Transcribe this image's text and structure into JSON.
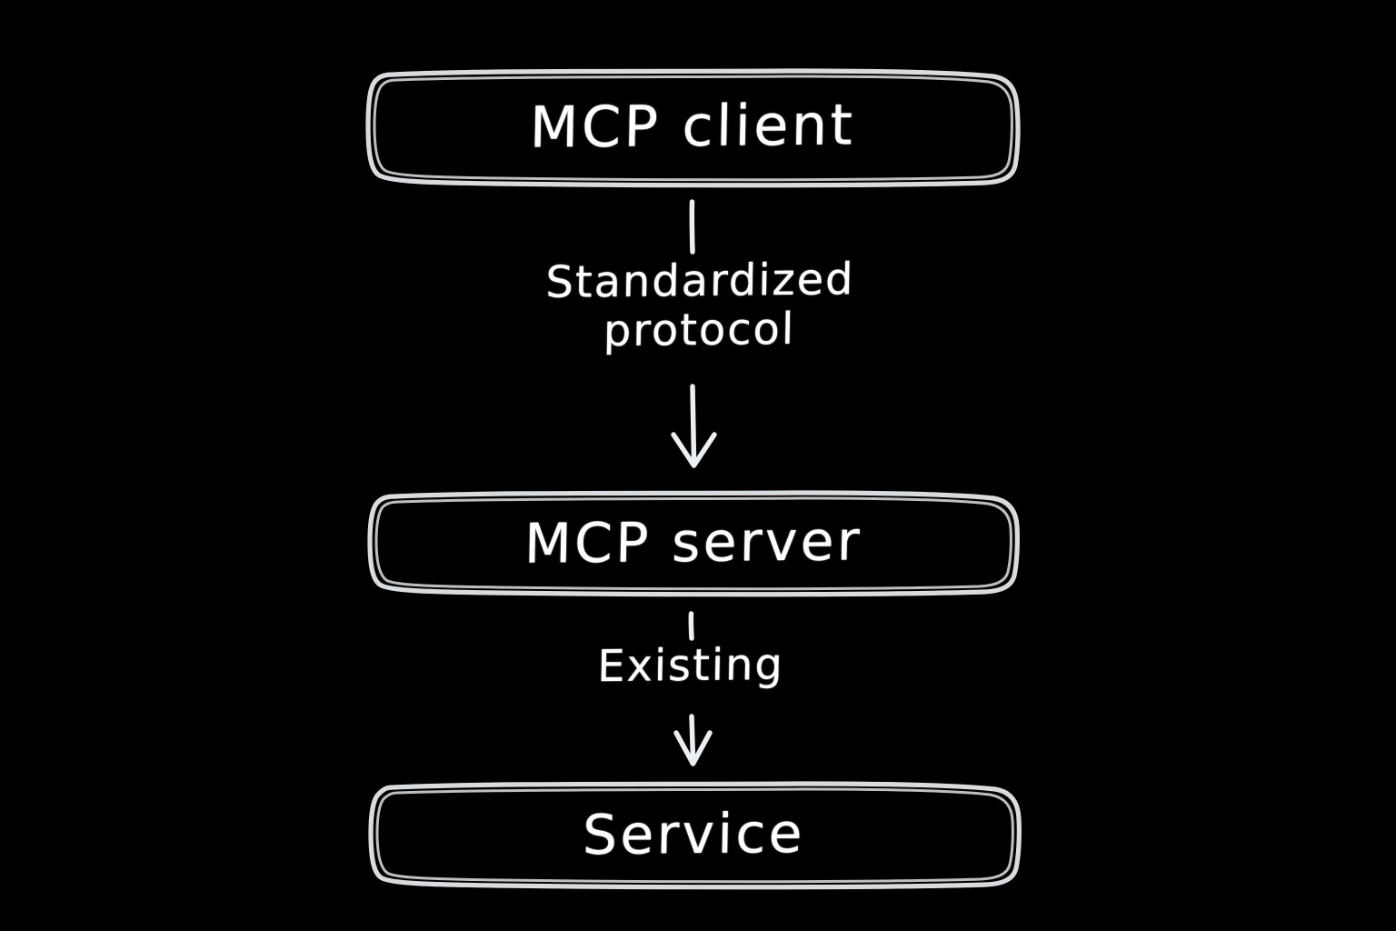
{
  "diagram": {
    "title": "MCP client to server to service flow",
    "background_color": "#000000",
    "stroke_color": "#eceff1",
    "text_color": "#ffffff",
    "style": "hand-drawn whiteboard sketch"
  },
  "nodes": [
    {
      "id": "mcp-client",
      "label": "MCP client",
      "shape": "rounded-rectangle"
    },
    {
      "id": "mcp-server",
      "label": "MCP server",
      "shape": "rounded-rectangle"
    },
    {
      "id": "service",
      "label": "Service",
      "shape": "rounded-rectangle"
    }
  ],
  "edges": [
    {
      "id": "client-to-server",
      "from": "mcp-client",
      "to": "mcp-server",
      "label": "Standardized\nprotocol",
      "arrowhead": "open-v",
      "direction": "down"
    },
    {
      "id": "server-to-service",
      "from": "mcp-server",
      "to": "service",
      "label": "Existing",
      "arrowhead": "open-v",
      "direction": "down"
    }
  ]
}
